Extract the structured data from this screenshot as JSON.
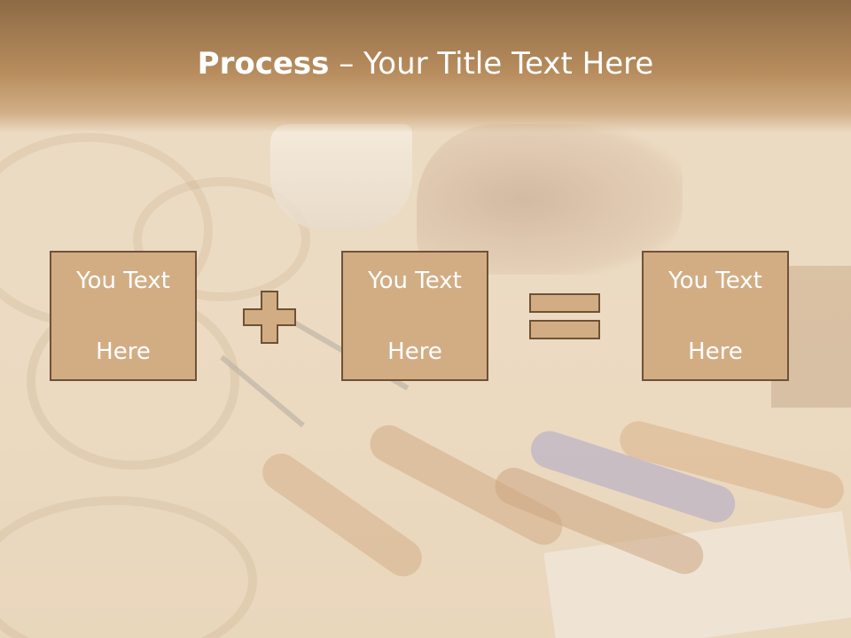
{
  "title": {
    "bold": "Process",
    "dash": " – ",
    "rest": "Your Title Text Here"
  },
  "boxes": [
    {
      "text_line1": "You Text",
      "text_line2": "Here"
    },
    {
      "text_line1": "You Text",
      "text_line2": "Here"
    },
    {
      "text_line1": "You Text",
      "text_line2": "Here"
    }
  ],
  "operators": {
    "plus": "plus-icon",
    "equals": "equals-icon"
  },
  "colors": {
    "box_fill": "#d2ad84",
    "box_border": "#6e5235",
    "title_bar": "#b88d5e",
    "text": "#ffffff"
  }
}
